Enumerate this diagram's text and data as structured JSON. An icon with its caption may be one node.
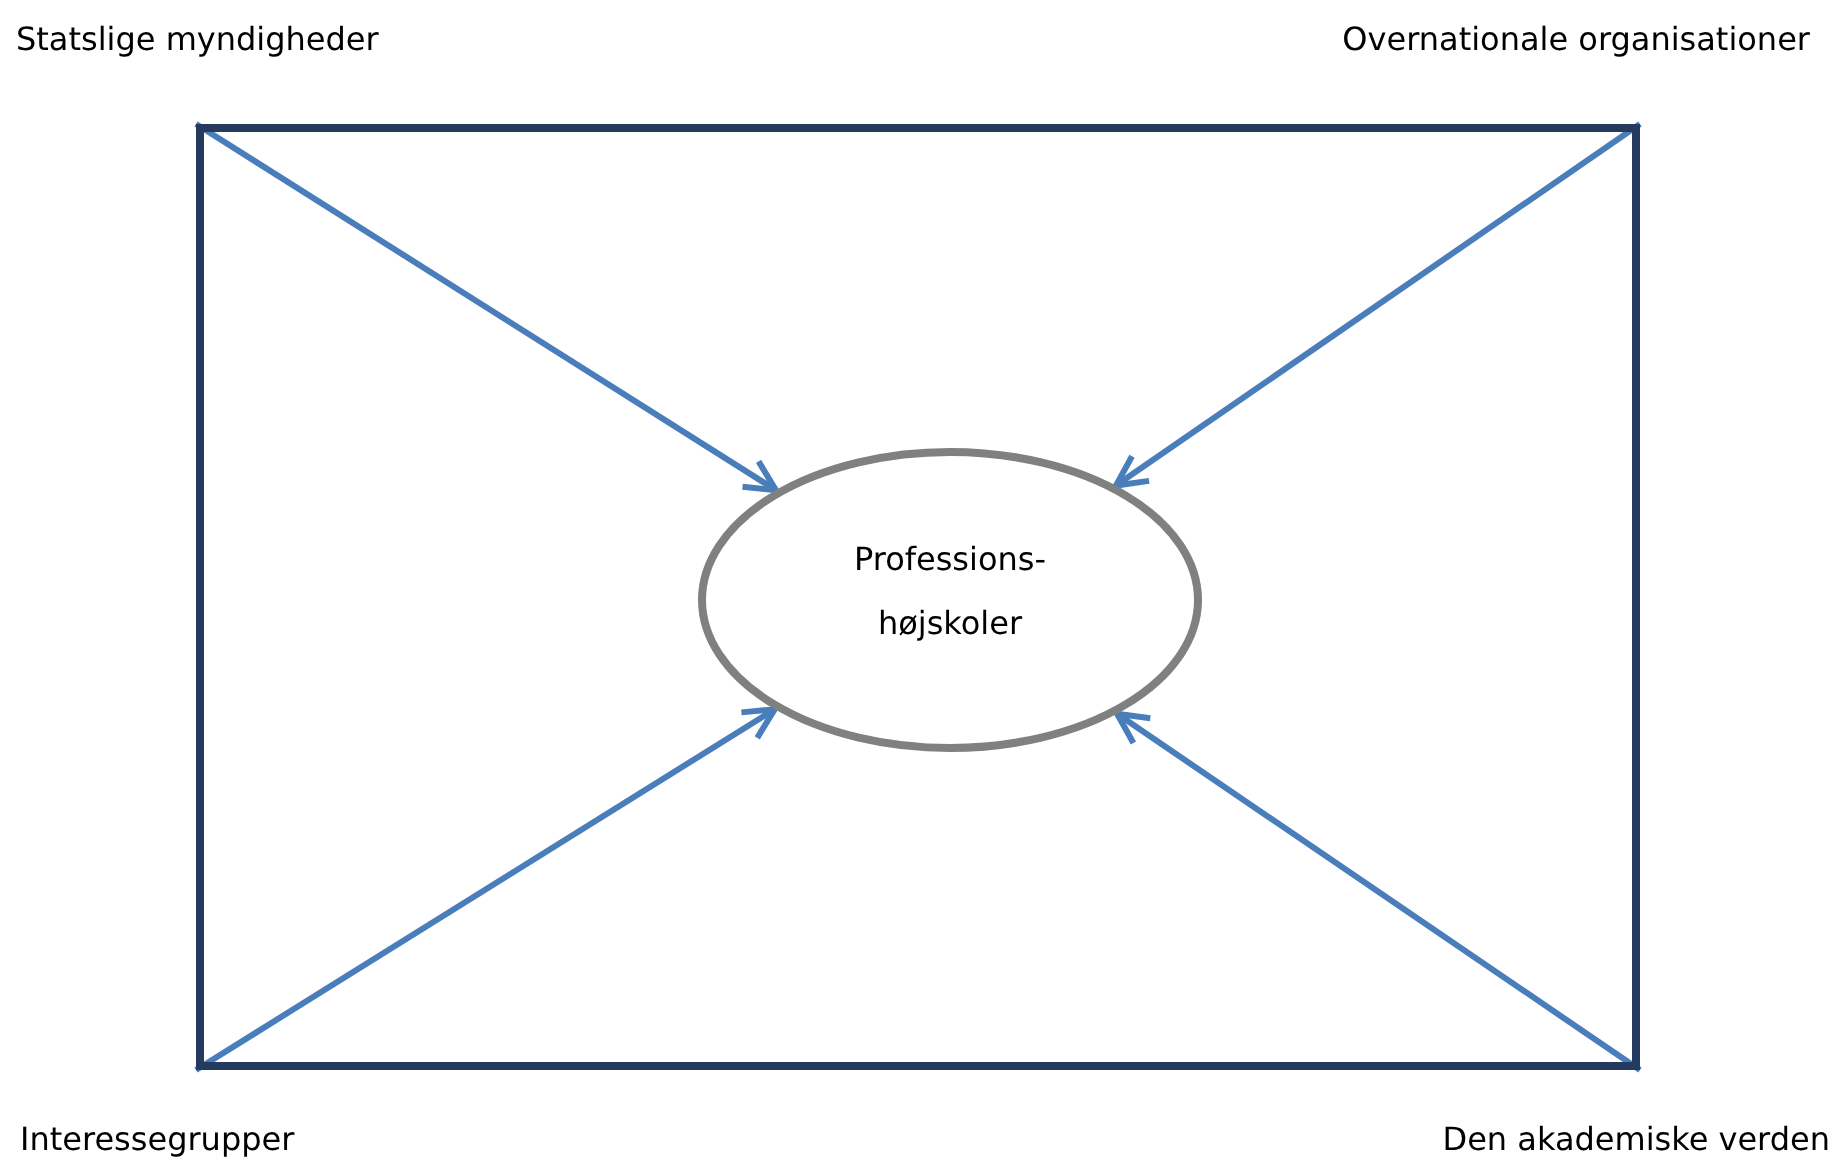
{
  "diagram": {
    "nodes": [
      {
        "text": [],
        "shape": "box"
      },
      {
        "text": [
          "Professions- højskoler"
        ],
        "in": 0
      }
    ],
    "edges": [
      {
        "from": 0,
        "to": 1,
        "arrow": "to"
      },
      {
        "from": 0,
        "to": 1,
        "arrow": "to"
      },
      {
        "from": 0,
        "to": 1,
        "arrow": "to"
      },
      {
        "from": 0,
        "to": 1,
        "arrow": "to"
      }
    ],
    "labels": [
      "Statslige myndigheder",
      "Overnationale organisationer",
      "Interessegrupper",
      "Den akademiske verden"
    ]
  }
}
